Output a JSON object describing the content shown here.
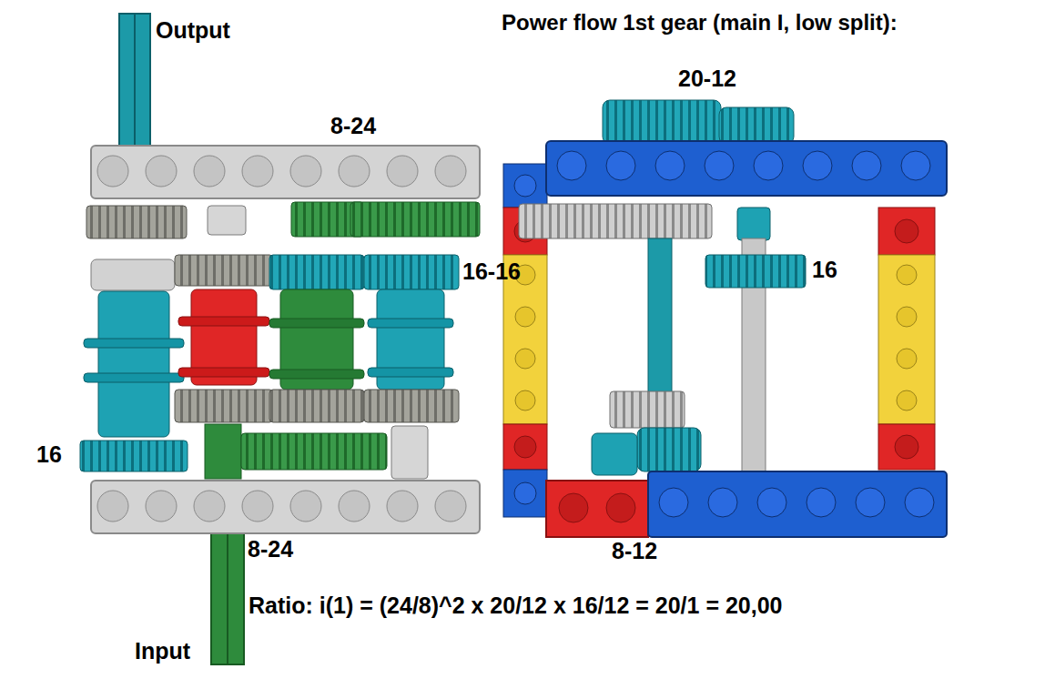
{
  "diagram": {
    "title": "Power flow 1st gear (main I, low split):",
    "caption": "Ratio: i(1) = (24/8)^2 x 20/12 x 16/12 = 20/1 = 20,00",
    "labels": [
      "Output",
      "8-24",
      "20-12",
      "16-16",
      "16",
      "16",
      "8-24",
      "8-12",
      "Input"
    ]
  }
}
